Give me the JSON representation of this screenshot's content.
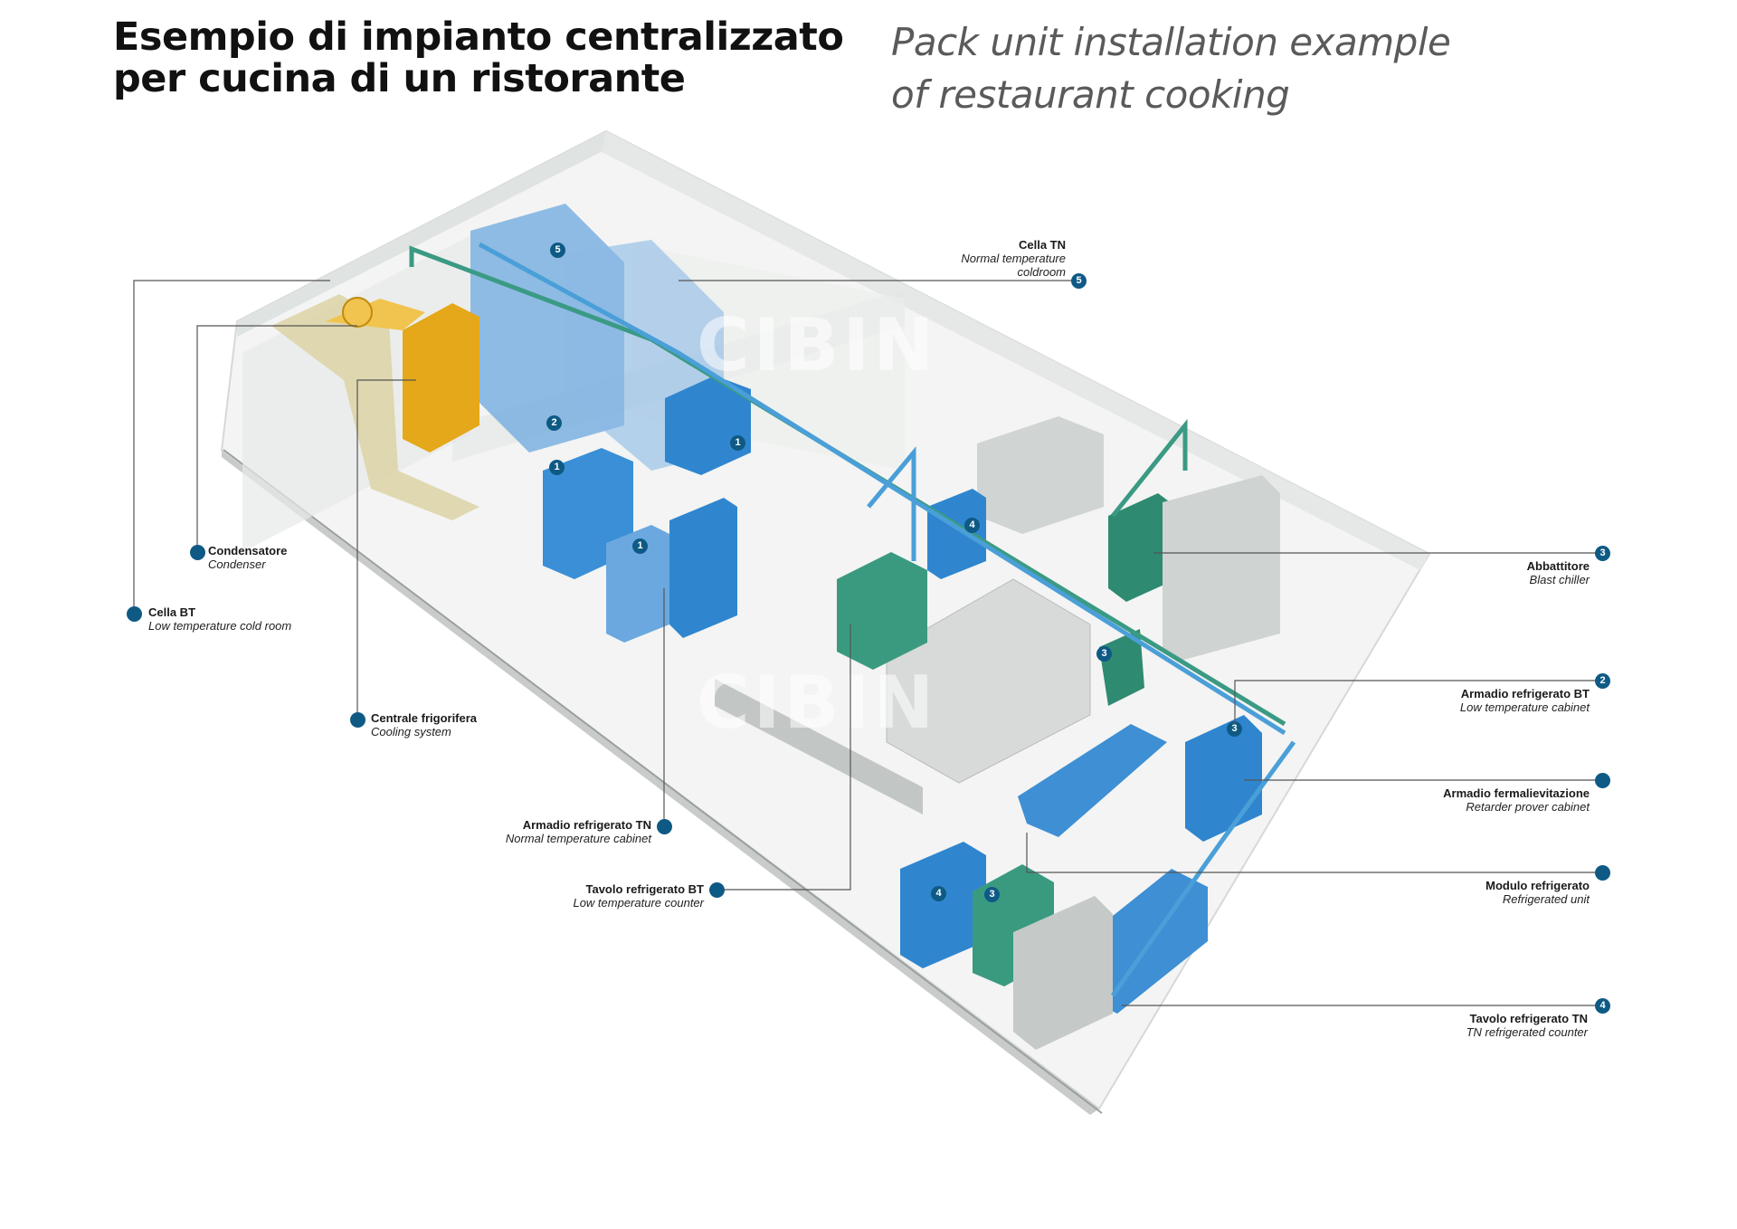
{
  "title_it": [
    "Esempio di impianto centralizzato",
    "per cucina di un ristorante"
  ],
  "title_en": [
    "Pack unit installation example",
    "of restaurant cooking"
  ],
  "watermark": "CIBIN",
  "colors": {
    "marker": "#0e5a85",
    "blue_equipment": "#2f86cf",
    "green_equipment": "#3a9a80",
    "pack_unit": "#e5a81a",
    "pipe_blue": "#4a9fd8",
    "pipe_green": "#3b9a84",
    "wall": "#e9ecea"
  },
  "callouts": [
    {
      "id": "cella-tn",
      "it": "Cella TN",
      "en": "Normal temperature coldroom",
      "num": "5"
    },
    {
      "id": "condensatore",
      "it": "Condensatore",
      "en": "Condenser",
      "num": ""
    },
    {
      "id": "cella-bt",
      "it": "Cella BT",
      "en": "Low temperature cold room",
      "num": ""
    },
    {
      "id": "centrale-frigorifera",
      "it": "Centrale frigorifera",
      "en": "Cooling system",
      "num": ""
    },
    {
      "id": "armadio-tn",
      "it": "Armadio refrigerato TN",
      "en": "Normal temperature cabinet",
      "num": ""
    },
    {
      "id": "tavolo-bt",
      "it": "Tavolo refrigerato BT",
      "en": "Low temperature counter",
      "num": ""
    },
    {
      "id": "abbattitore",
      "it": "Abbattitore",
      "en": "Blast chiller",
      "num": "3"
    },
    {
      "id": "armadio-bt",
      "it": "Armadio refrigerato BT",
      "en": "Low temperature cabinet",
      "num": "2"
    },
    {
      "id": "fermalievitazione",
      "it": "Armadio fermalievitazione",
      "en": "Retarder prover cabinet",
      "num": ""
    },
    {
      "id": "modulo",
      "it": "Modulo refrigerato",
      "en": "Refrigerated unit",
      "num": ""
    },
    {
      "id": "tavolo-tn",
      "it": "Tavolo refrigerato TN",
      "en": "TN refrigerated counter",
      "num": "4"
    }
  ],
  "diagram_markers": [
    "5",
    "2",
    "1",
    "1",
    "1",
    "4",
    "3",
    "3",
    "3",
    "4"
  ]
}
